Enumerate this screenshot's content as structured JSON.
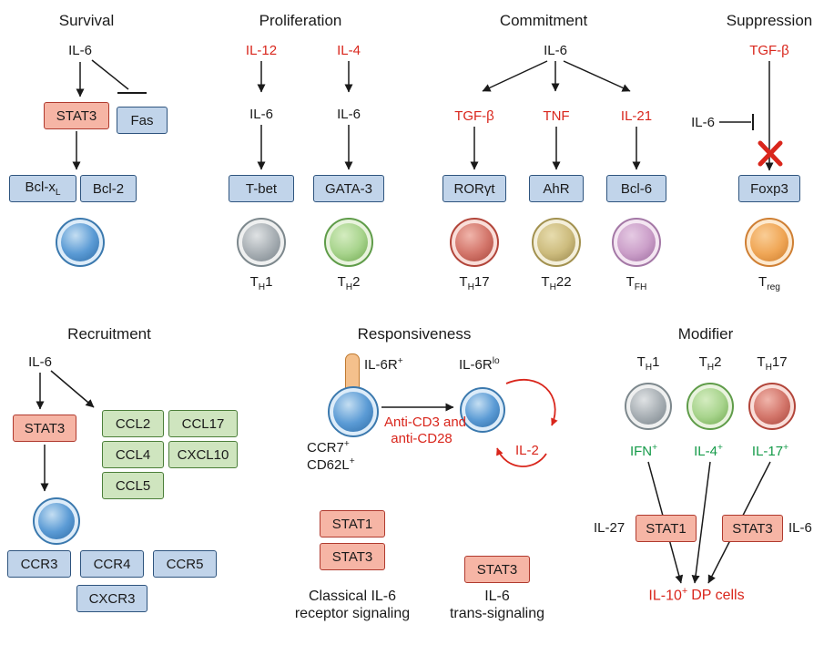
{
  "colors": {
    "red_text": "#d9261c",
    "green_text": "#149a48",
    "box_red_fill": "#f6b5a5",
    "box_red_border": "#b03a2e",
    "box_blue_fill": "#c1d4ea",
    "box_blue_border": "#2e547e",
    "box_green_fill": "#cfe5bf",
    "box_green_border": "#4c7f3a",
    "receptor_fill": "#f4c08c",
    "receptor_border": "#c07a30",
    "cell_blue": "#5b9bd5",
    "cell_gray": "#a8afb4",
    "cell_green": "#a8d48d",
    "cell_red": "#d3766b",
    "cell_tan": "#cdbc7e",
    "cell_purple": "#cb9fc9",
    "cell_orange": "#f0a757"
  },
  "sections": {
    "survival": {
      "title": "Survival",
      "il6": "IL-6",
      "stat3": "STAT3",
      "fas": "Fas",
      "bclxl": {
        "pre": "Bcl-x",
        "sub": "L"
      },
      "bcl2": "Bcl-2"
    },
    "proliferation": {
      "title": "Proliferation",
      "il12": "IL-12",
      "il4": "IL-4",
      "il6": "IL-6",
      "tbet": "T-bet",
      "gata3": "GATA-3",
      "th1": {
        "pre": "T",
        "sub": "H",
        "post": "1"
      },
      "th2": {
        "pre": "T",
        "sub": "H",
        "post": "2"
      }
    },
    "commitment": {
      "title": "Commitment",
      "il6": "IL-6",
      "tgfb": "TGF-β",
      "tnf": "TNF",
      "il21": "IL-21",
      "rorgt": "RORγt",
      "ahr": "AhR",
      "bcl6": "Bcl-6",
      "th17": {
        "pre": "T",
        "sub": "H",
        "post": "17"
      },
      "th22": {
        "pre": "T",
        "sub": "H",
        "post": "22"
      },
      "tfh": {
        "pre": "T",
        "sub": "FH",
        "post": ""
      }
    },
    "suppression": {
      "title": "Suppression",
      "tgfb": "TGF-β",
      "il6": "IL-6",
      "foxp3": "Foxp3",
      "treg": {
        "pre": "T",
        "sub": "reg",
        "post": ""
      }
    },
    "recruitment": {
      "title": "Recruitment",
      "il6": "IL-6",
      "stat3": "STAT3",
      "chemokines": [
        "CCL2",
        "CCL17",
        "CCL4",
        "CXCL10",
        "CCL5"
      ],
      "receptors": [
        "CCR3",
        "CCR4",
        "CCR5",
        "CXCR3"
      ]
    },
    "responsiveness": {
      "title": "Responsiveness",
      "il6r_pos": {
        "pre": "IL-6R",
        "sup": "+"
      },
      "il6r_lo": {
        "pre": "IL-6R",
        "sup": "lo"
      },
      "stim1": "Anti-CD3 and",
      "stim2": "anti-CD28",
      "ccr7": {
        "pre": "CCR7",
        "sup": "+"
      },
      "cd62l": {
        "pre": "CD62L",
        "sup": "+"
      },
      "il2": "IL-2",
      "stat1": "STAT1",
      "stat3": "STAT3",
      "trans_stat3": "STAT3",
      "classical1": "Classical IL-6",
      "classical2": "receptor signaling",
      "trans1": "IL-6",
      "trans2": "trans-signaling"
    },
    "modifier": {
      "title": "Modifier",
      "th1": {
        "pre": "T",
        "sub": "H",
        "post": "1"
      },
      "th2": {
        "pre": "T",
        "sub": "H",
        "post": "2"
      },
      "th17": {
        "pre": "T",
        "sub": "H",
        "post": "17"
      },
      "ifn": {
        "pre": "IFN",
        "sup": "+"
      },
      "il4": {
        "pre": "IL-4",
        "sup": "+"
      },
      "il17": {
        "pre": "IL-17",
        "sup": "+"
      },
      "il27": "IL-27",
      "stat1": "STAT1",
      "stat3": "STAT3",
      "il6": "IL-6",
      "outcome": {
        "pre": "IL-10",
        "sup": "+",
        "post": "DP cells"
      }
    }
  }
}
